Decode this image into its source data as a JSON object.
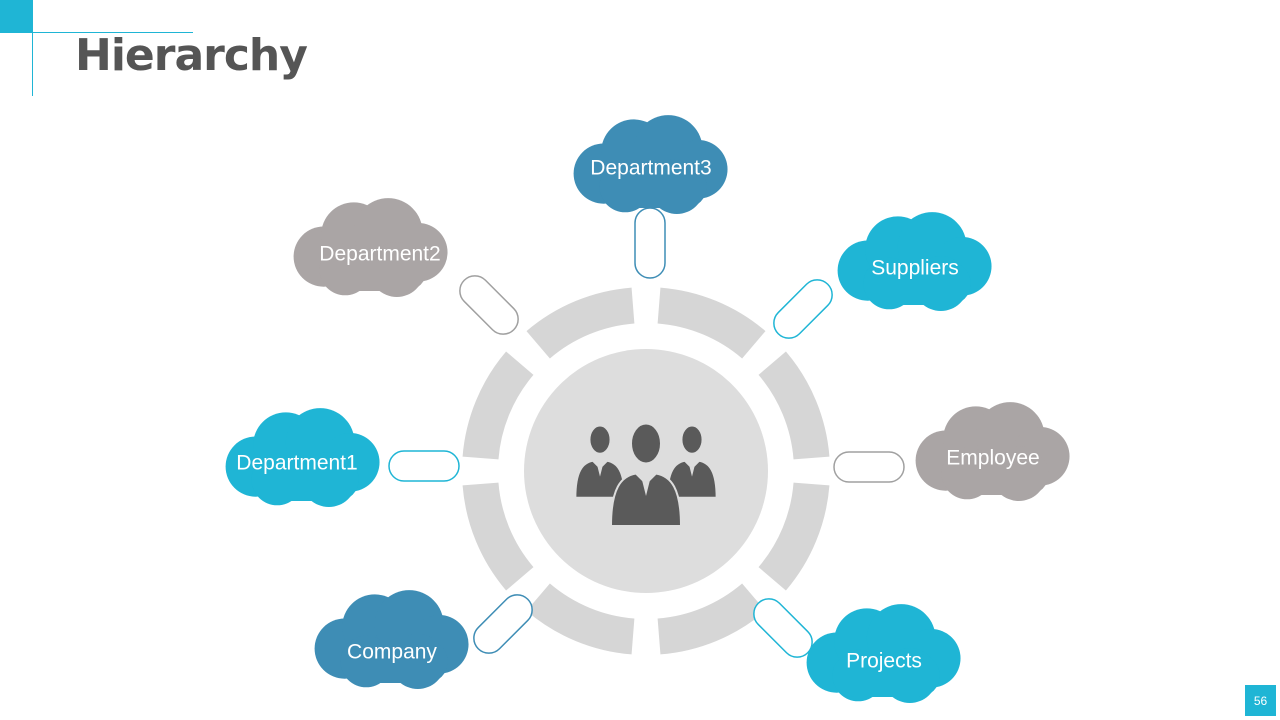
{
  "slide": {
    "title": "Hierarchy",
    "page_number": "56"
  },
  "colors": {
    "accent": "#1FB5D5",
    "steel_blue": "#3E8DB5",
    "gray_cloud": "#AAA5A5",
    "ring": "#D6D6D6",
    "hub": "#DDDDDD",
    "people_icon": "#5A5A5A",
    "title": "#555555",
    "connector_blue": "#3E8DB5",
    "connector_gray": "#A0A0A0"
  },
  "hub": {
    "icon": "people-group-icon"
  },
  "nodes": [
    {
      "id": "department3",
      "label": "Department3",
      "color": "#3E8DB5",
      "connector": "#3E8DB5"
    },
    {
      "id": "suppliers",
      "label": "Suppliers",
      "color": "#1FB5D5",
      "connector": "#1FB5D5"
    },
    {
      "id": "employee",
      "label": "Employee",
      "color": "#AAA5A5",
      "connector": "#A0A0A0"
    },
    {
      "id": "projects",
      "label": "Projects",
      "color": "#1FB5D5",
      "connector": "#1FB5D5"
    },
    {
      "id": "company",
      "label": "Company",
      "color": "#3E8DB5",
      "connector": "#3E8DB5"
    },
    {
      "id": "department1",
      "label": "Department1",
      "color": "#1FB5D5",
      "connector": "#1FB5D5"
    },
    {
      "id": "department2",
      "label": "Department2",
      "color": "#AAA5A5",
      "connector": "#A0A0A0"
    }
  ]
}
